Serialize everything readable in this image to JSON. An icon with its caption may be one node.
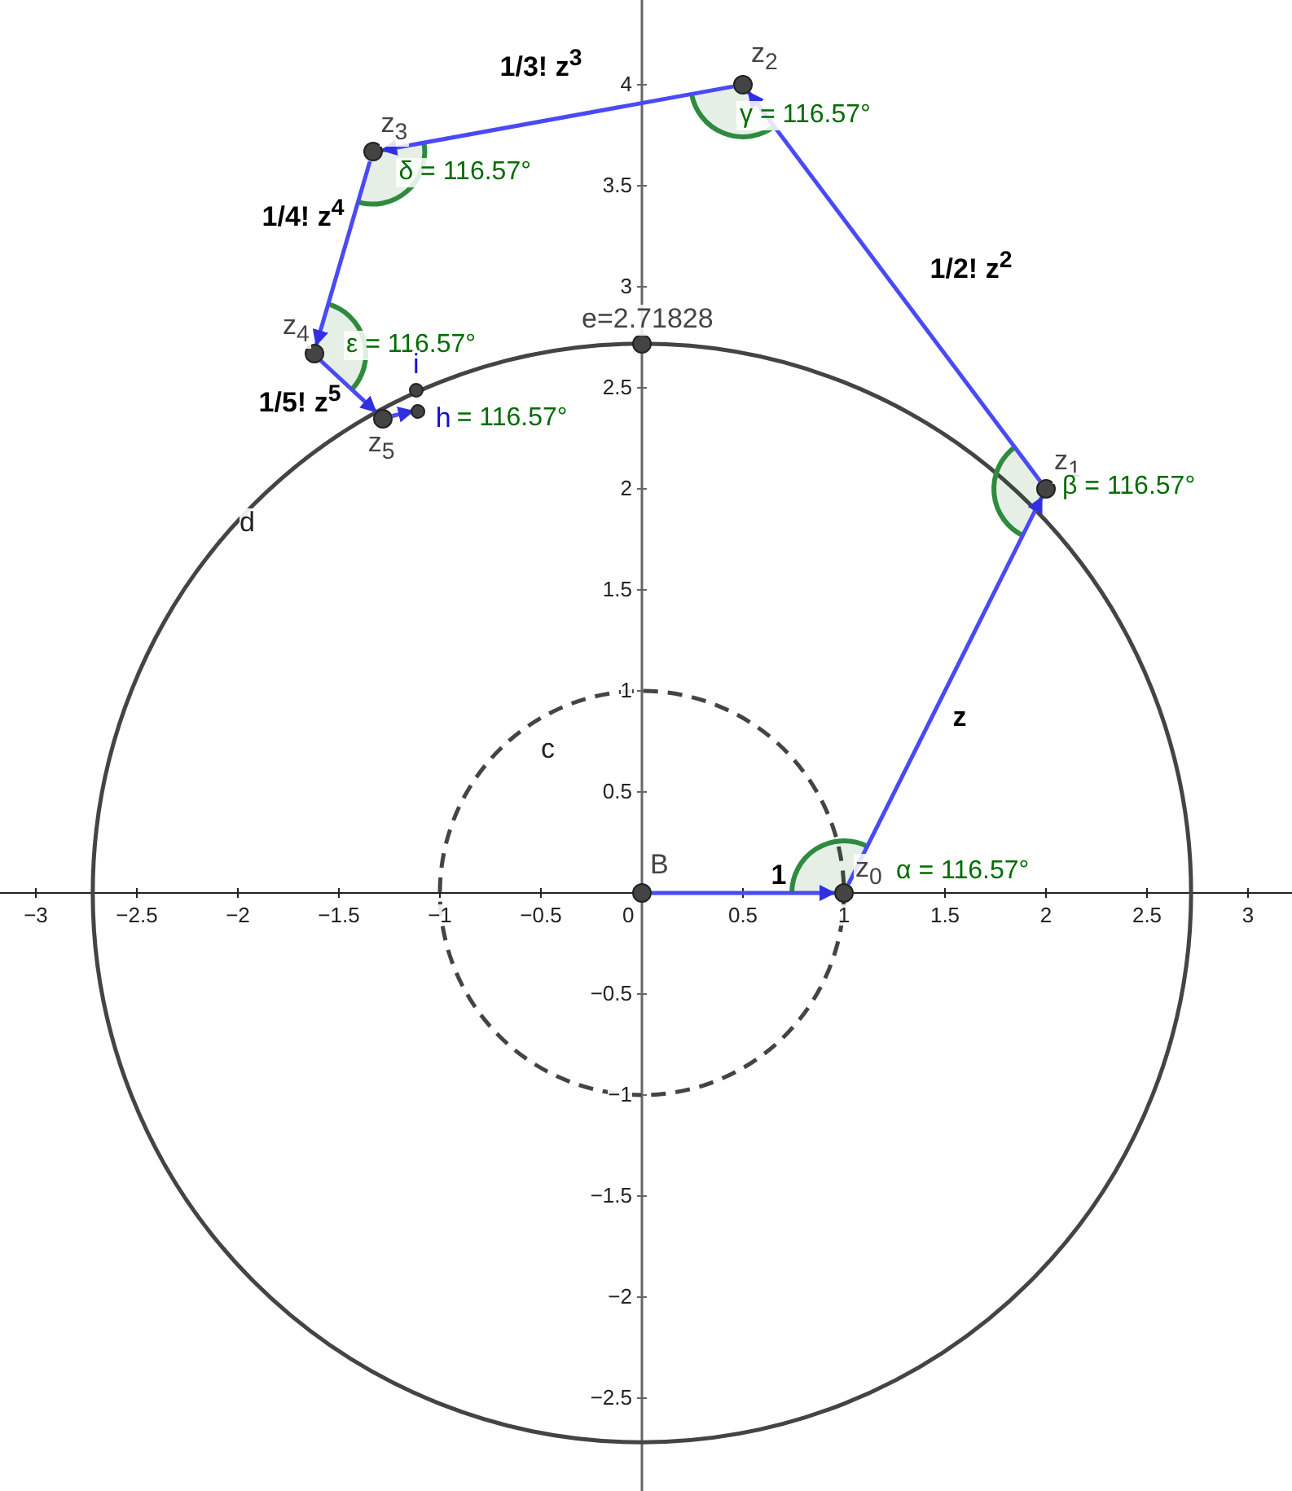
{
  "diagram": {
    "nodes": [
      {
        "text": [
          "B"
        ]
      },
      {
        "text": [
          "z$_{0}$",
          "α = 116.57°"
        ]
      },
      {
        "text": [
          "z$_{1}$",
          "β = 116.57°"
        ]
      },
      {
        "text": [
          "z$_{2}$",
          "γ = 116.57°"
        ]
      },
      {
        "text": [
          "z$_{3}$",
          "δ = 116.57°"
        ]
      },
      {
        "text": [
          "z$_{4}$",
          "ε = 116.57°"
        ]
      },
      {
        "text": [
          "z$_{5}$"
        ]
      },
      {
        "text": [
          "h",
          "= 116.57°"
        ]
      },
      {
        "text": [
          "i"
        ]
      },
      {
        "text": [
          "e=2.71828"
        ]
      }
    ],
    "edges": [
      {
        "from": 0,
        "to": 1,
        "arrow": "to",
        "label": "1"
      },
      {
        "from": 1,
        "to": 2,
        "arrow": "to",
        "label": "z"
      },
      {
        "from": 2,
        "to": 3,
        "arrow": "to",
        "label": "1/2! z$^{2}$"
      },
      {
        "from": 3,
        "to": 4,
        "arrow": "to",
        "label": "1/3! z$^{3}$"
      },
      {
        "from": 4,
        "to": 5,
        "arrow": "to",
        "label": "1/4! z$^{4}$"
      },
      {
        "from": 5,
        "to": 6,
        "arrow": "to",
        "label": "1/5! z$^{5}$"
      },
      {
        "from": 6,
        "to": 7,
        "arrow": "to"
      }
    ],
    "labels": [
      "c",
      "d",
      "−3",
      "−2.5",
      "−2",
      "−1.5",
      "−1",
      "−0.5",
      "0",
      "0.5",
      "1",
      "1.5",
      "2",
      "2.5",
      "3",
      "4",
      "3.5",
      "3",
      "2.5",
      "2",
      "1.5",
      "1",
      "0.5",
      "−0.5",
      "−1",
      "−1.5",
      "−2",
      "−2.5"
    ]
  }
}
